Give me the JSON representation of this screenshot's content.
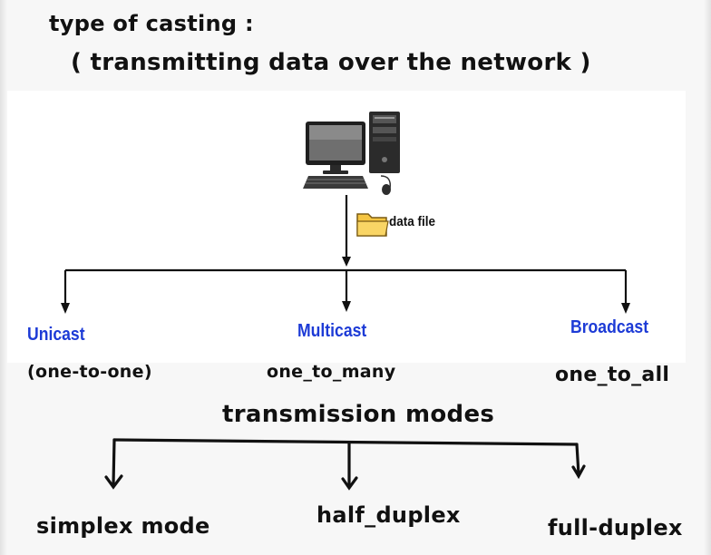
{
  "heading": {
    "line1": "type of casting :",
    "line2": "( transmitting data over the network )"
  },
  "source": {
    "icon": "desktop-computer-icon",
    "folder_icon": "folder-icon",
    "folder_color": "#f5c542",
    "label": "data file"
  },
  "casting_types": [
    {
      "name": "Unicast",
      "description": "(one-to-one)"
    },
    {
      "name": "Multicast",
      "description": "one_to_many"
    },
    {
      "name": "Broadcast",
      "description": "one_to_all"
    }
  ],
  "casting_label_color": "#1d3bd6",
  "transmission": {
    "heading": "transmission modes",
    "modes": [
      "simplex mode",
      "half_duplex",
      "full-duplex"
    ]
  }
}
